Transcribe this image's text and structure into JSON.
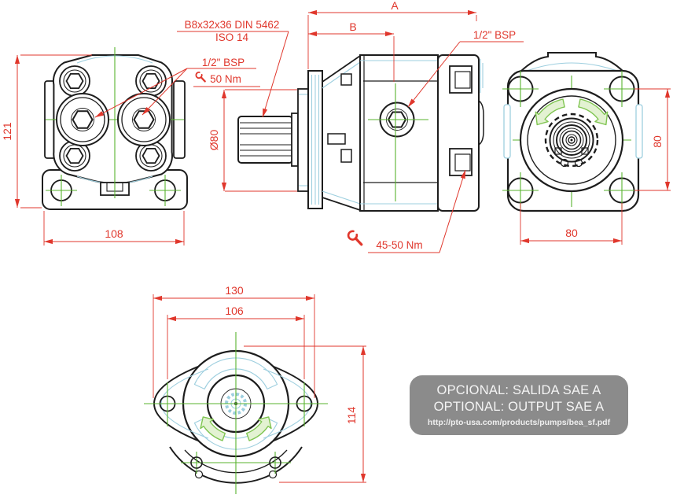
{
  "title": "Gear pump technical drawing",
  "colors": {
    "dimension_red": "#e0372c",
    "centerline_green": "#58b32e",
    "detail_cyan": "#9ecfdf",
    "outline_black": "#1d1d1d",
    "note_box_gray": "#8b8b8b"
  },
  "views": {
    "front": {
      "dim_height": "121",
      "dim_width": "108",
      "port_label": "1/2\" BSP",
      "port_torque": "50 Nm"
    },
    "side": {
      "dim_a": "A",
      "dim_b": "B",
      "dim_pilot": "Ø80",
      "spline_spec": "B8x32x36 DIN 5462",
      "spline_standard": "ISO 14",
      "port_label": "1/2\" BSP",
      "bolt_torque": "45-50 Nm"
    },
    "rear": {
      "dim_bolt_vertical": "80",
      "dim_bolt_horizontal": "80"
    },
    "bottom": {
      "dim_width": "130",
      "dim_bolt_spacing": "106",
      "dim_height": "114"
    }
  },
  "note_box": {
    "line1": "OPCIONAL: SALIDA SAE A",
    "line2": "OPTIONAL: OUTPUT SAE A",
    "url": "http://pto-usa.com/products/pumps/bea_sf.pdf"
  }
}
